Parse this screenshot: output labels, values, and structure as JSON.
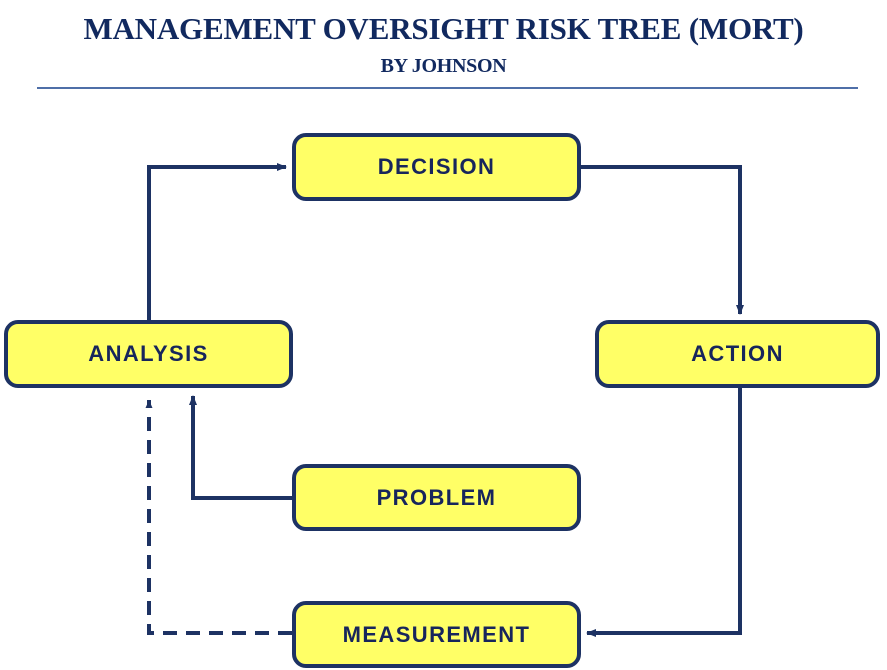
{
  "header": {
    "title": "MANAGEMENT OVERSIGHT RISK TREE (MORT)",
    "subtitle": "BY JOHNSON"
  },
  "colors": {
    "title_navy": "#11295f",
    "divider_blue": "#4f6fa8",
    "node_fill_yellow": "#ffff66",
    "node_border_navy": "#1d3263",
    "node_text_navy": "#17255c",
    "connector_navy": "#1d3263",
    "page_background": "#ffffff"
  },
  "diagram": {
    "type": "flowchart",
    "nodes": [
      {
        "id": "decision",
        "label": "DECISION"
      },
      {
        "id": "analysis",
        "label": "ANALYSIS"
      },
      {
        "id": "action",
        "label": "ACTION"
      },
      {
        "id": "problem",
        "label": "PROBLEM"
      },
      {
        "id": "measurement",
        "label": "MEASUREMENT"
      }
    ],
    "edges": [
      {
        "from": "analysis",
        "to": "decision",
        "style": "solid",
        "arrow": "end"
      },
      {
        "from": "decision",
        "to": "action",
        "style": "solid",
        "arrow": "end"
      },
      {
        "from": "action",
        "to": "measurement",
        "style": "solid",
        "arrow": "end"
      },
      {
        "from": "measurement",
        "to": "analysis",
        "style": "dashed",
        "arrow": "end"
      },
      {
        "from": "problem",
        "to": "analysis",
        "style": "solid",
        "arrow": "end"
      }
    ]
  }
}
